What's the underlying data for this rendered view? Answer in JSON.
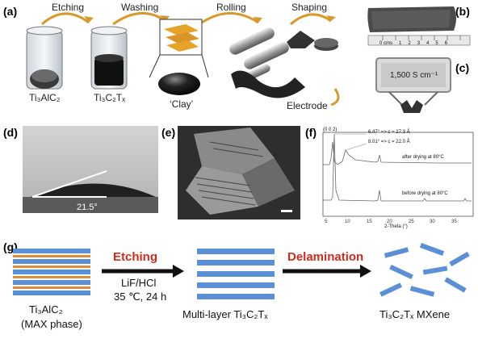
{
  "panels": {
    "a": {
      "label": "(a)",
      "steps": [
        "Etching",
        "Washing",
        "Rolling",
        "Shaping"
      ],
      "labels": {
        "ti3alc2": "Ti₃AlC₂",
        "ti3c2tx": "Ti₃C₂Tₓ",
        "clay": "‘Clay’",
        "electrode": "Electrode"
      }
    },
    "b": {
      "label": "(b)",
      "ruler": [
        "0 cms",
        "1",
        "2",
        "3",
        "4",
        "5",
        "6"
      ]
    },
    "c": {
      "label": "(c)",
      "conductivity": "1,500 S cm⁻¹"
    },
    "d": {
      "label": "(d)",
      "angle": "21.5°"
    },
    "e": {
      "label": "(e)"
    },
    "f": {
      "label": "(f)",
      "peak_label": "(0 0 2)",
      "annot1": "6.47°  =>  c = 27.3 Å",
      "annot2": "8.01°  =>  c = 22.0 Å",
      "series1": "after drying at 80°C",
      "series2": "before drying at 80°C",
      "xlabel": "2-Theta (°)",
      "xticks": [
        "5",
        "10",
        "15",
        "20",
        "25",
        "30",
        "35"
      ]
    },
    "g": {
      "label": "(g)",
      "etching": "Etching",
      "conditions1": "LiF/HCl",
      "conditions2": "35 ℃, 24 h",
      "delamination": "Delamination",
      "max1": "Ti₃AlC₂",
      "max2": "(MAX phase)",
      "multilayer": "Multi-layer Ti₃C₂Tₓ",
      "mxene": "Ti₃C₂Tₓ MXene"
    }
  },
  "colors": {
    "red_text": "#d32a1e",
    "blue_layer": "#5b8fd6",
    "orange_layer": "#e08a3c",
    "gold_clay": "#e6a32a"
  }
}
